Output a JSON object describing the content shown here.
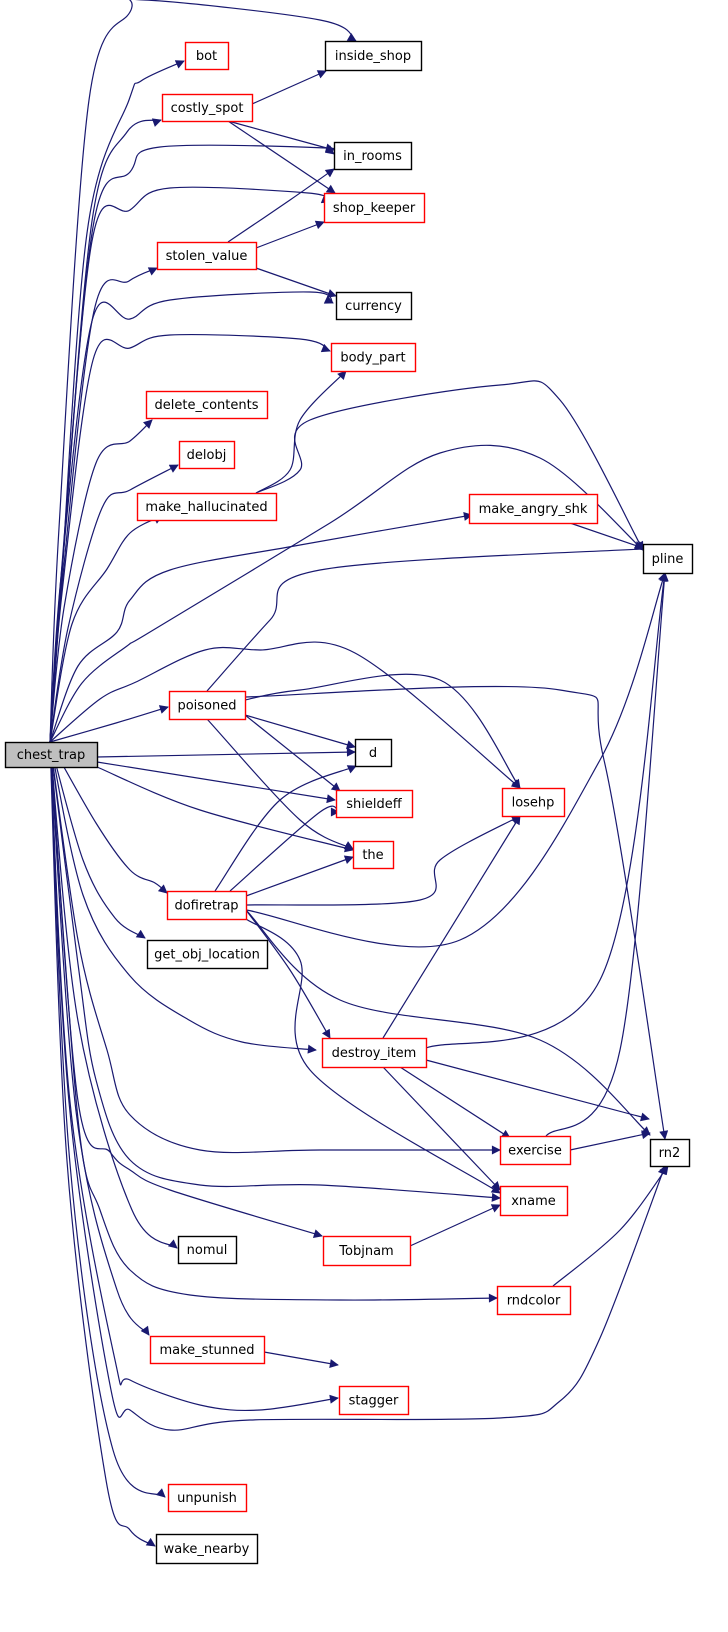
{
  "root": "chest_trap",
  "colors": {
    "edge": "#191970",
    "node_border_default": "#000000",
    "node_border_linked": "#ff0000",
    "root_fill": "#bfbfbf",
    "node_fill": "#ffffff"
  },
  "nodes": {
    "chest_trap": {
      "label": "chest_trap",
      "style": "root"
    },
    "bot": {
      "label": "bot",
      "style": "red"
    },
    "inside_shop": {
      "label": "inside_shop",
      "style": "black"
    },
    "costly_spot": {
      "label": "costly_spot",
      "style": "red"
    },
    "in_rooms": {
      "label": "in_rooms",
      "style": "black"
    },
    "shop_keeper": {
      "label": "shop_keeper",
      "style": "red"
    },
    "stolen_value": {
      "label": "stolen_value",
      "style": "red"
    },
    "currency": {
      "label": "currency",
      "style": "black"
    },
    "body_part": {
      "label": "body_part",
      "style": "red"
    },
    "delete_contents": {
      "label": "delete_contents",
      "style": "red"
    },
    "delobj": {
      "label": "delobj",
      "style": "red"
    },
    "make_hallucinated": {
      "label": "make_hallucinated",
      "style": "red"
    },
    "make_angry_shk": {
      "label": "make_angry_shk",
      "style": "red"
    },
    "pline": {
      "label": "pline",
      "style": "black"
    },
    "poisoned": {
      "label": "poisoned",
      "style": "red"
    },
    "d": {
      "label": "d",
      "style": "black"
    },
    "losehp": {
      "label": "losehp",
      "style": "red"
    },
    "shieldeff": {
      "label": "shieldeff",
      "style": "red"
    },
    "the": {
      "label": "the",
      "style": "red"
    },
    "dofiretrap": {
      "label": "dofiretrap",
      "style": "red"
    },
    "get_obj_location": {
      "label": "get_obj_location",
      "style": "black"
    },
    "destroy_item": {
      "label": "destroy_item",
      "style": "red"
    },
    "rn2": {
      "label": "rn2",
      "style": "black"
    },
    "exercise": {
      "label": "exercise",
      "style": "red"
    },
    "xname": {
      "label": "xname",
      "style": "red"
    },
    "nomul": {
      "label": "nomul",
      "style": "black"
    },
    "Tobjnam": {
      "label": "Tobjnam",
      "style": "red"
    },
    "rndcolor": {
      "label": "rndcolor",
      "style": "red"
    },
    "make_stunned": {
      "label": "make_stunned",
      "style": "red"
    },
    "stagger": {
      "label": "stagger",
      "style": "red"
    },
    "unpunish": {
      "label": "unpunish",
      "style": "red"
    },
    "wake_nearby": {
      "label": "wake_nearby",
      "style": "black"
    }
  },
  "edges": [
    [
      "chest_trap",
      "bot"
    ],
    [
      "chest_trap",
      "inside_shop"
    ],
    [
      "chest_trap",
      "costly_spot"
    ],
    [
      "chest_trap",
      "in_rooms"
    ],
    [
      "chest_trap",
      "shop_keeper"
    ],
    [
      "chest_trap",
      "stolen_value"
    ],
    [
      "chest_trap",
      "currency"
    ],
    [
      "chest_trap",
      "body_part"
    ],
    [
      "chest_trap",
      "delete_contents"
    ],
    [
      "chest_trap",
      "delobj"
    ],
    [
      "chest_trap",
      "make_hallucinated"
    ],
    [
      "chest_trap",
      "make_angry_shk"
    ],
    [
      "chest_trap",
      "pline"
    ],
    [
      "chest_trap",
      "poisoned"
    ],
    [
      "chest_trap",
      "d"
    ],
    [
      "chest_trap",
      "losehp"
    ],
    [
      "chest_trap",
      "shieldeff"
    ],
    [
      "chest_trap",
      "the"
    ],
    [
      "chest_trap",
      "dofiretrap"
    ],
    [
      "chest_trap",
      "get_obj_location"
    ],
    [
      "chest_trap",
      "destroy_item"
    ],
    [
      "chest_trap",
      "exercise"
    ],
    [
      "chest_trap",
      "xname"
    ],
    [
      "chest_trap",
      "nomul"
    ],
    [
      "chest_trap",
      "Tobjnam"
    ],
    [
      "chest_trap",
      "rndcolor"
    ],
    [
      "chest_trap",
      "make_stunned"
    ],
    [
      "chest_trap",
      "stagger"
    ],
    [
      "chest_trap",
      "rn2"
    ],
    [
      "chest_trap",
      "unpunish"
    ],
    [
      "chest_trap",
      "wake_nearby"
    ],
    [
      "costly_spot",
      "inside_shop"
    ],
    [
      "costly_spot",
      "in_rooms"
    ],
    [
      "costly_spot",
      "shop_keeper"
    ],
    [
      "stolen_value",
      "in_rooms"
    ],
    [
      "stolen_value",
      "shop_keeper"
    ],
    [
      "stolen_value",
      "currency"
    ],
    [
      "make_hallucinated",
      "body_part"
    ],
    [
      "make_hallucinated",
      "pline"
    ],
    [
      "make_angry_shk",
      "pline"
    ],
    [
      "poisoned",
      "pline"
    ],
    [
      "poisoned",
      "d"
    ],
    [
      "poisoned",
      "losehp"
    ],
    [
      "poisoned",
      "shieldeff"
    ],
    [
      "poisoned",
      "the"
    ],
    [
      "poisoned",
      "rn2"
    ],
    [
      "dofiretrap",
      "d"
    ],
    [
      "dofiretrap",
      "shieldeff"
    ],
    [
      "dofiretrap",
      "the"
    ],
    [
      "dofiretrap",
      "losehp"
    ],
    [
      "dofiretrap",
      "pline"
    ],
    [
      "dofiretrap",
      "destroy_item"
    ],
    [
      "dofiretrap",
      "rn2"
    ],
    [
      "dofiretrap",
      "xname"
    ],
    [
      "destroy_item",
      "pline"
    ],
    [
      "destroy_item",
      "losehp"
    ],
    [
      "destroy_item",
      "rn2"
    ],
    [
      "destroy_item",
      "exercise"
    ],
    [
      "destroy_item",
      "xname"
    ],
    [
      "exercise",
      "pline"
    ],
    [
      "exercise",
      "rn2"
    ],
    [
      "Tobjnam",
      "xname"
    ],
    [
      "rndcolor",
      "rn2"
    ],
    [
      "make_stunned",
      "stagger"
    ]
  ]
}
